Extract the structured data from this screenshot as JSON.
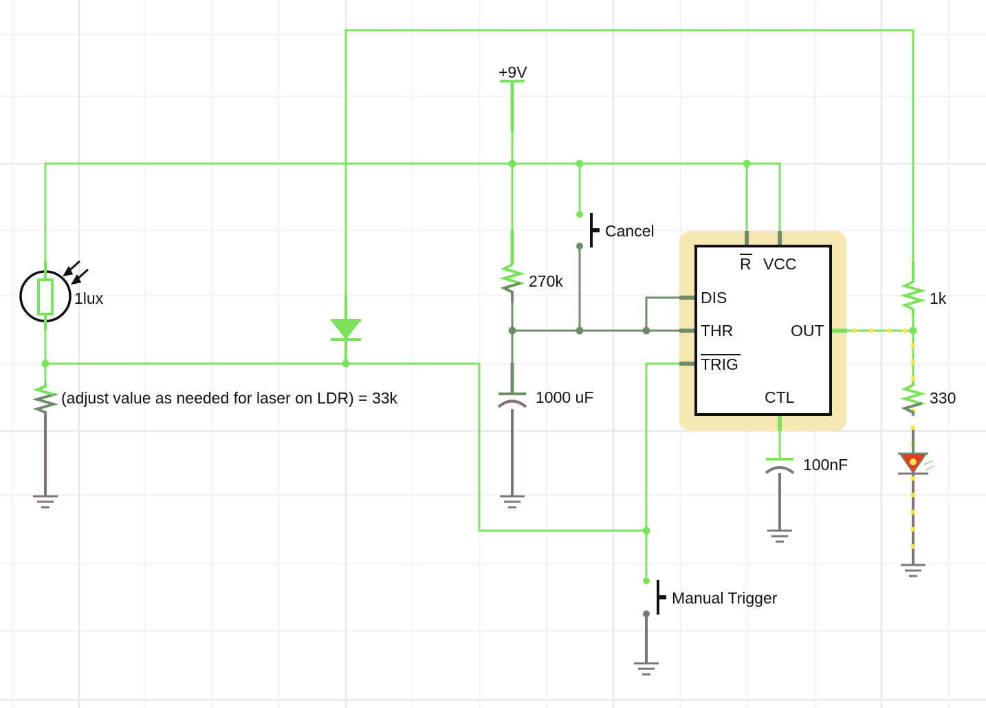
{
  "colors": {
    "wire_active": "#7be35b",
    "wire_grey": "#6f8c6a",
    "wire_ground": "#7f7575",
    "chip_highlight": "#f7e7b2",
    "current_dots": "#f4e64f",
    "led_red": "#e23b1e",
    "grid": "#eef0f4"
  },
  "labels": {
    "supply": "+9V",
    "ldr": "1lux",
    "r_ldr": "(adjust value as needed for laser on LDR) = 33k",
    "r_timing": "270k",
    "c_timing": "1000 uF",
    "cancel": "Cancel",
    "manual_trigger": "Manual Trigger",
    "c_ctl": "100nF",
    "r_1k": "1k",
    "r_330": "330"
  },
  "timer_555": {
    "reset_pin": "R",
    "vcc_pin": "VCC",
    "dis_pin": "DIS",
    "thr_pin": "THR",
    "out_pin": "OUT",
    "trig_pin": "TRIG",
    "ctl_pin": "CTL"
  }
}
